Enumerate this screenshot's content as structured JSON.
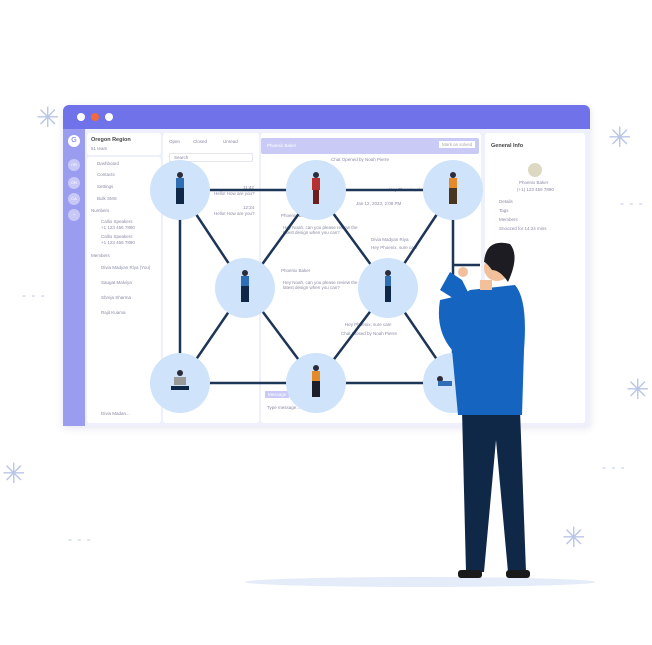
{
  "sidebar": {
    "region_title": "Oregon Region",
    "region_sub": "51 team",
    "rail": [
      "OR",
      "OR",
      "CA",
      "+"
    ],
    "nav": [
      "Dashboard",
      "Contacts",
      "Settings",
      "Bulk SMS"
    ],
    "numbers_header": "Numbers",
    "numbers": [
      {
        "name": "Callio Speakers",
        "num": "+1 123 456 7890"
      },
      {
        "name": "Callio Speakers",
        "num": "+1 123 456 7890"
      }
    ],
    "members_header": "Members",
    "members": [
      "Divia Madyan Riya (You)",
      "Saugat Malviya",
      "Shreja Sharma",
      "Rajit Kuama"
    ],
    "footer_user": "Divia Madan..."
  },
  "inbox": {
    "tabs": [
      "Open",
      "Closed",
      "Unread"
    ],
    "search_placeholder": "Search",
    "times": [
      "11:42",
      "12:24"
    ],
    "previews": [
      "Hello! How are you?",
      "Hello! How are you?"
    ]
  },
  "chat": {
    "contact": "Phoenix Baker",
    "opened_by": "Chat Opened by Noah Pierre",
    "date": "Jan 12, 2023, 2:08 PM",
    "messages": [
      {
        "sender": "Phoenix Baker",
        "text": "Hey Noah, can you please review the latest design when you can?"
      },
      {
        "sender": "Divia Madyan Riya",
        "text": "Hey Phoenix, sure can!"
      },
      {
        "sender": "Phoenix Baker",
        "text": "Hey Noah, can you please review the latest design when you can?"
      },
      {
        "sender": "",
        "text": "Hey Phoenix, sure can!"
      },
      {
        "sender": "",
        "text": "Hey Phoenix, cle..."
      }
    ],
    "closed_by": "Chat Closed by Noah Pierre",
    "message_tab": "Message",
    "input_placeholder": "Type message...",
    "mark_resolved": "Mark as solved"
  },
  "info": {
    "title": "General Info",
    "name": "Phoenix Baker",
    "phone": "(+1) 123 456 7890",
    "details": "Details",
    "tags": "Tags",
    "members": "Members",
    "snooze": "Snoozed for 14:24 mins"
  },
  "colors": {
    "accent": "#6f72e8",
    "node": "#cfe3fb",
    "edge": "#1d3557",
    "suit": "#1565c0"
  }
}
